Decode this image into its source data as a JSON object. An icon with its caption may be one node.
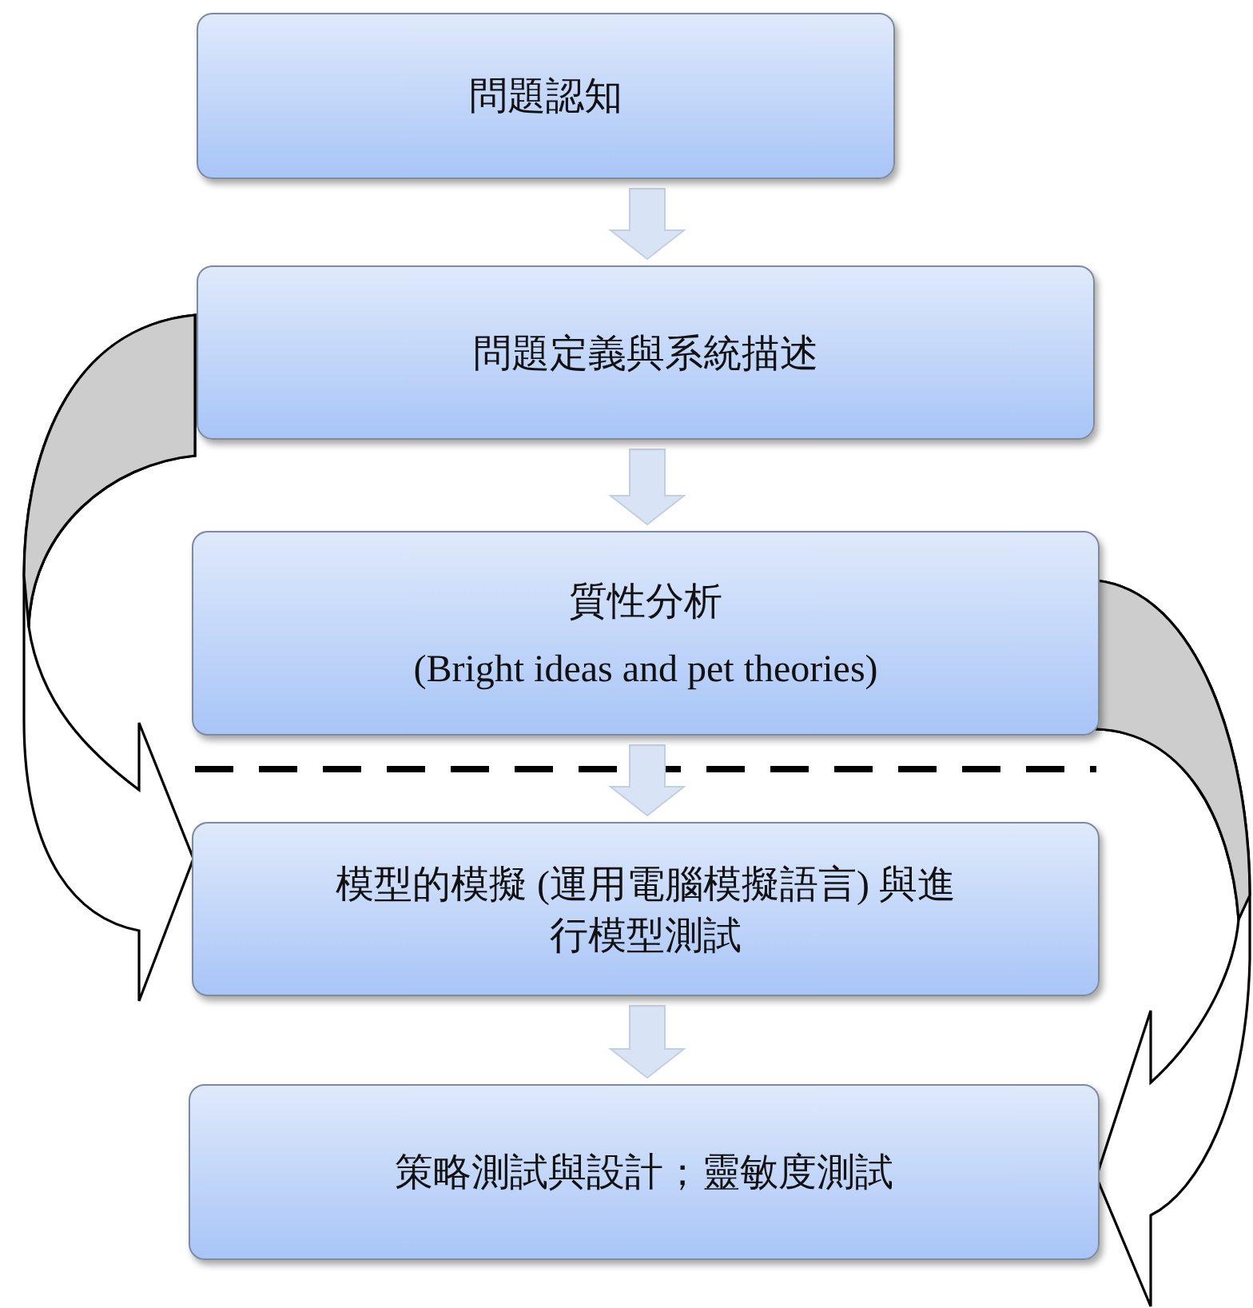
{
  "diagram": {
    "nodes": [
      {
        "text": [
          "問題認知"
        ]
      },
      {
        "text": [
          "問題定義與系統描述"
        ]
      },
      {
        "text": [
          "質性分析",
          "(Bright ideas and pet theories)"
        ]
      },
      {
        "text": [
          "模型的模擬 (運用電腦模擬語言) 與進行模型測試"
        ]
      },
      {
        "text": [
          "策略測試與設計；靈敏度測試"
        ]
      }
    ],
    "edges": [
      {
        "from": 0,
        "to": 1,
        "arrow": "to"
      },
      {
        "from": 1,
        "to": 2,
        "arrow": "to"
      },
      {
        "from": 2,
        "to": 3,
        "arrow": "to"
      },
      {
        "from": 3,
        "to": 4,
        "arrow": "to"
      },
      {
        "from": 1,
        "to": 3,
        "arrow": "to",
        "style": "thick"
      },
      {
        "from": 2,
        "to": 4,
        "arrow": "to",
        "style": "thick"
      }
    ]
  }
}
